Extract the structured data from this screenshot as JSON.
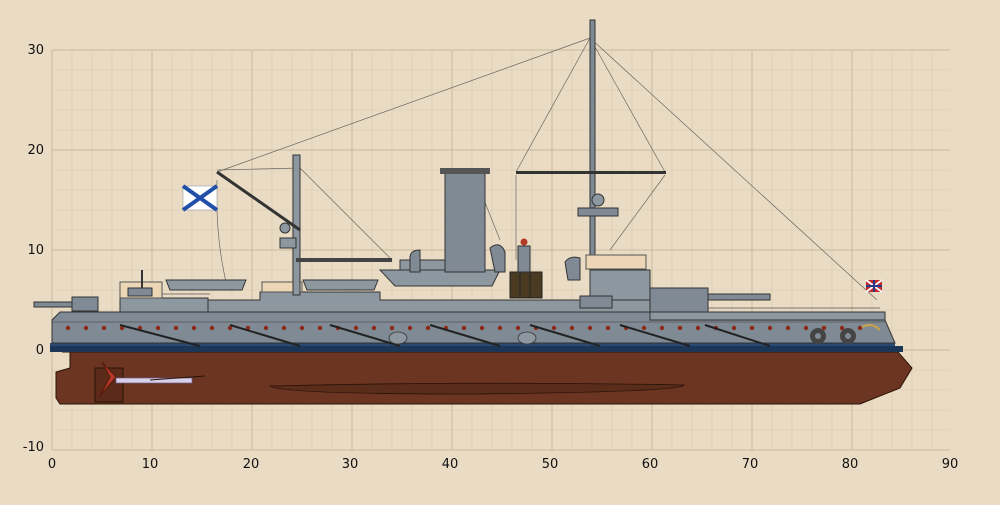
{
  "colors": {
    "background": "#eadcc4",
    "grid_minor": "#d8c8b0",
    "grid_major": "#c9b79c",
    "hull_below": "#6b3522",
    "hull_grey": "#7f8a94",
    "superstructure": "#8d979f",
    "waterline": "#1c3657",
    "boot_line": "#2a4a72"
  },
  "axes": {
    "x_ticks": [
      "0",
      "10",
      "20",
      "30",
      "40",
      "50",
      "60",
      "70",
      "80",
      "90"
    ],
    "y_ticks": [
      "30",
      "20",
      "10",
      "0",
      "-10"
    ],
    "x_range": [
      0,
      90
    ],
    "y_range": [
      -10,
      30
    ]
  },
  "ship": {
    "bow_flag": "Russian Navy Jack",
    "stern_flag": "St. Andrew ensign"
  }
}
